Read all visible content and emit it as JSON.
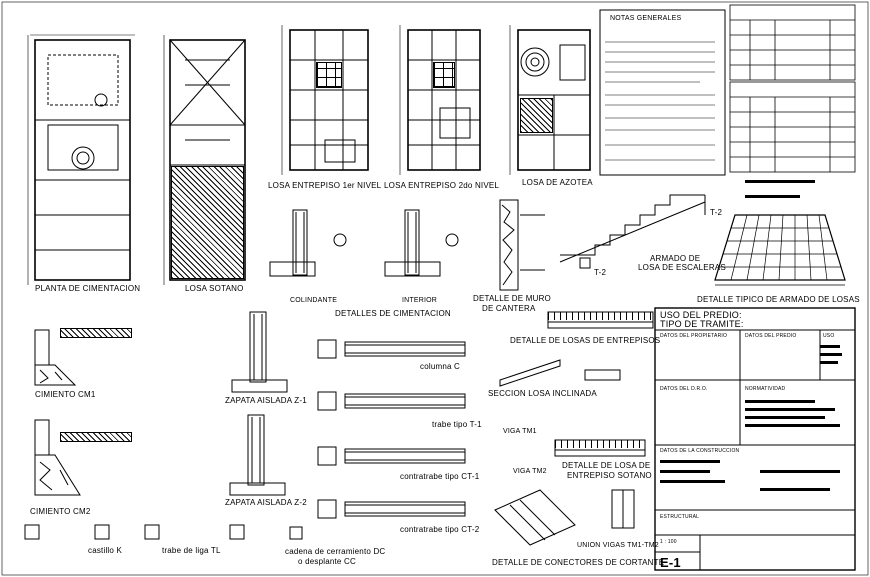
{
  "labels": {
    "planta_cimentacion": "PLANTA DE CIMENTACION",
    "losa_sotano": "LOSA SOTANO",
    "losa_entrepiso_1": "LOSA ENTREPISO 1er NIVEL",
    "losa_entrepiso_2": "LOSA ENTREPISO 2do NIVEL",
    "losa_azotea": "LOSA DE AZOTEA",
    "notas_generales": "NOTAS GENERALES",
    "colindante": "COLINDANTE",
    "interior": "INTERIOR",
    "detalles_cimentacion": "DETALLES DE CIMENTACION",
    "detalle_muro_cantera_1": "DETALLE DE MURO",
    "detalle_muro_cantera_2": "DE CANTERA",
    "armado_escaleras_1": "ARMADO DE",
    "armado_escaleras_2": "LOSA DE ESCALERAS",
    "armado_losas": "DETALLE TIPICO DE ARMADO DE LOSAS",
    "detalle_losas_entrepisos": "DETALLE DE LOSAS DE ENTREPISOS",
    "columna_c": "columna C",
    "seccion_losa_inclinada": "SECCION LOSA INCLINADA",
    "zapata_z1": "ZAPATA AISLADA Z-1",
    "trabe_t1": "trabe tipo T-1",
    "cimiento_cm1": "CIMIENTO CM1",
    "contratrabe_ct1": "contratrabe tipo CT-1",
    "zapata_z2": "ZAPATA AISLADA Z-2",
    "cimiento_cm2": "CIMIENTO CM2",
    "contratrabe_ct2": "contratrabe tipo CT-2",
    "losa_sotano_det_1": "DETALLE DE LOSA DE",
    "losa_sotano_det_2": "ENTREPISO SOTANO",
    "castillo_k": "castillo K",
    "trabe_liga": "trabe de liga TL",
    "cadena_1": "cadena de cerramiento DC",
    "cadena_2": "o desplante CC",
    "conectores": "DETALLE DE CONECTORES DE CORTANTE",
    "union_vigas": "UNION VIGAS TM1-TM2",
    "t2_a": "T-2",
    "t2_b": "T-2",
    "viga_tm1": "VIGA TM1",
    "viga_tm2": "VIGA TM2"
  },
  "title_block": {
    "uso_predio": "USO DEL PREDIO:",
    "tipo_tramite": "TIPO DE TRAMITE:",
    "datos_propietario": "DATOS DEL PROPIETARIO",
    "datos_predio": "DATOS DEL PREDIO",
    "cuadro_uso": "USO",
    "datos_dro": "DATOS DEL D.R.O.",
    "normatividad": "NORMATIVIDAD",
    "datos_construccion": "DATOS DE LA CONSTRUCCION",
    "estructural": "ESTRUCTURAL",
    "escala": "1 : 100",
    "plano": "E-1"
  }
}
